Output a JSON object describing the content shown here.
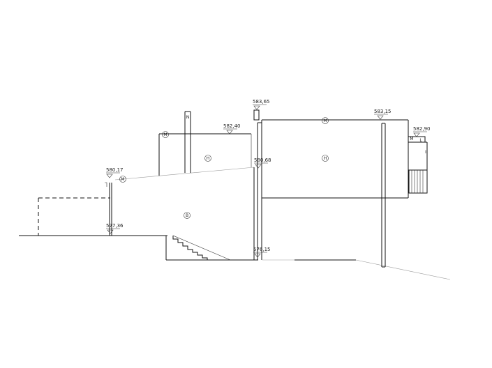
{
  "elevations": {
    "top_left_slab": "582,40",
    "roof_left": "583,65",
    "roof_right": "583,15",
    "terrace": "582,90",
    "middle_slab": "580,68",
    "low_terrace": "580,17",
    "ground_left": "577,36",
    "basement_floor": "576,15"
  },
  "tags": {
    "n_chimney": "N",
    "m_upper_left": "M",
    "h_upper_left": "H",
    "m_low_terrace": "M",
    "b_basement": "B",
    "m_main_roof": "M",
    "h_main_volume": "H",
    "m_terrace": "M",
    "l_balcony": "L",
    "i_balcony": "I"
  }
}
